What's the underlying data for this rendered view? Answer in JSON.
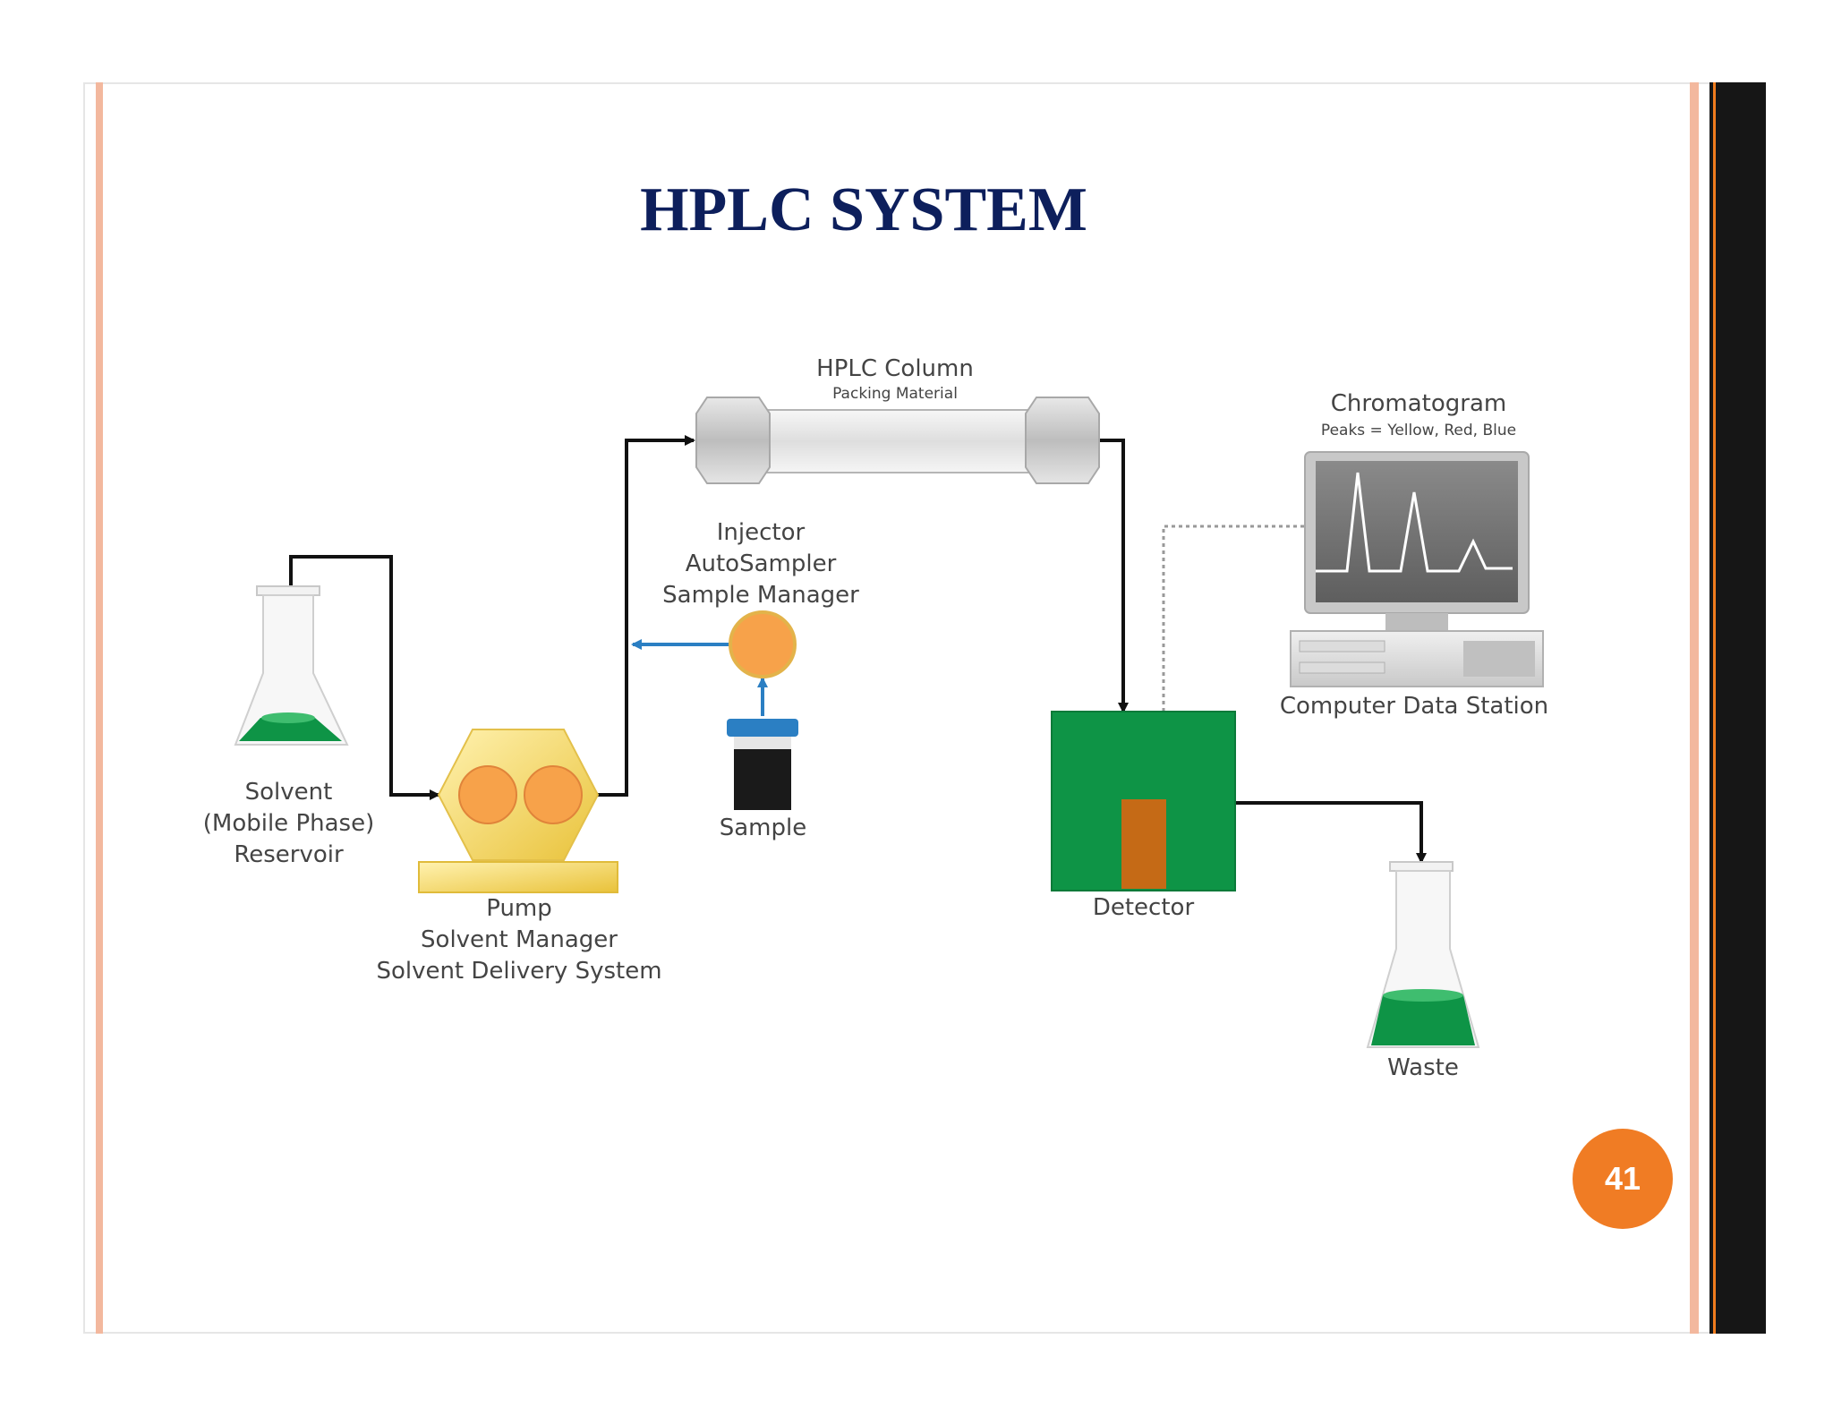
{
  "title": "HPLC SYSTEM",
  "components": {
    "column": {
      "label": "HPLC Column",
      "sublabel": "Packing Material"
    },
    "chromatogram": {
      "label": "Chromatogram",
      "sublabel": "Peaks = Yellow, Red, Blue"
    },
    "injector": {
      "line1": "Injector",
      "line2": "AutoSampler",
      "line3": "Sample Manager"
    },
    "solvent": {
      "line1": "Solvent",
      "line2": "(Mobile Phase)",
      "line3": "Reservoir"
    },
    "pump": {
      "line1": "Pump",
      "line2": "Solvent Manager",
      "line3": "Solvent Delivery System"
    },
    "sample": {
      "label": "Sample"
    },
    "detector": {
      "label": "Detector"
    },
    "computer": {
      "label": "Computer Data Station"
    },
    "waste": {
      "label": "Waste"
    }
  },
  "page_number": "41",
  "colors": {
    "title": "#0d1f5c",
    "accent": "#f07c24",
    "liquid_green": "#0e9446",
    "pump_yellow": "#f4d35a",
    "flow_line": "#111111",
    "sample_flow": "#2b7fc3"
  }
}
